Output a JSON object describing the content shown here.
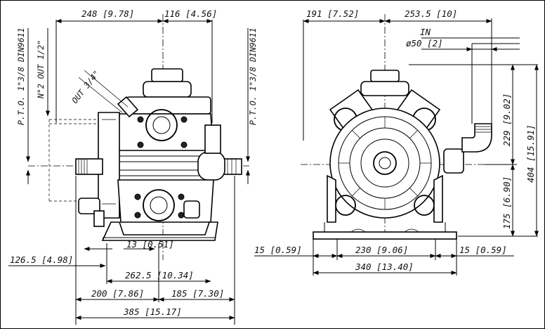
{
  "left_view": {
    "dim_top_left": "248 [9.78]",
    "dim_top_right": "116 [4.56]",
    "pto_left": "P.T.O. 1\"3/8 DIN9611",
    "pto_right": "P.T.O. 1\"3/8 DIN9611",
    "out_half": "N°2 OUT 1/2\"",
    "out_three_quarter": "OUT 3/4\"",
    "dim_13": "13 [0.51]",
    "dim_126": "126.5 [4.98]",
    "dim_262": "262.5 [10.34]",
    "dim_200": "200 [7.86]",
    "dim_185": "185 [7.30]",
    "dim_385": "385 [15.17]"
  },
  "right_view": {
    "dim_191": "191 [7.52]",
    "dim_253": "253.5 [10]",
    "in_label": "IN",
    "in_diameter": "ø50 [2]",
    "dim_229": "229 [9.02]",
    "dim_404": "404 [15.91]",
    "dim_175": "175 [6.90]",
    "dim_15_left": "15 [0.59]",
    "dim_230": "230 [9.06]",
    "dim_15_right": "15 [0.59]",
    "dim_340": "340 [13.40]"
  }
}
